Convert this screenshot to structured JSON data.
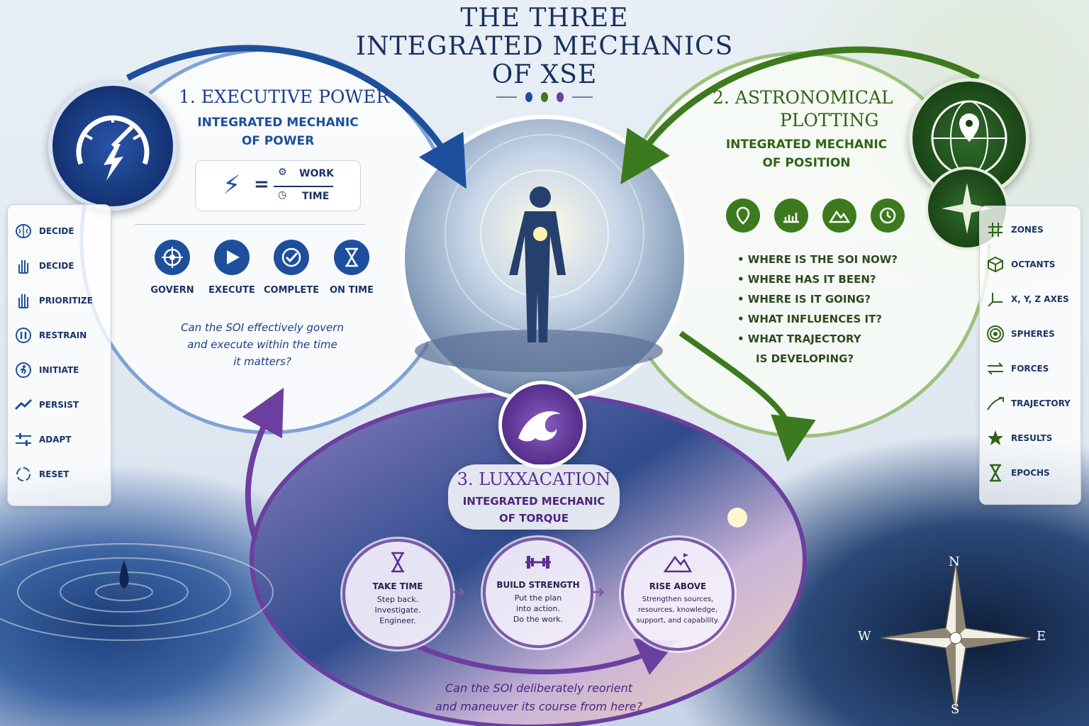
{
  "header": {
    "line1": "THE THREE",
    "line2": "INTEGRATED MECHANICS",
    "line3": "OF XSE"
  },
  "colors": {
    "blue": "#1d4f9c",
    "green": "#3d7a1f",
    "purple": "#6b3fa0"
  },
  "power": {
    "title": "1. EXECUTIVE POWER",
    "subtitle_1": "INTEGRATED MECHANIC",
    "subtitle_2": "OF POWER",
    "formula_top": "WORK",
    "formula_bottom": "TIME",
    "formula_eq": "=",
    "steps": [
      "GOVERN",
      "EXECUTE",
      "COMPLETE",
      "ON TIME"
    ],
    "question_1": "Can the SOI effectively govern",
    "question_2": "and execute within the time",
    "question_3": "it matters?",
    "sidebar": [
      "DECIDE",
      "DECIDE",
      "PRIORITIZE",
      "RESTRAIN",
      "INITIATE",
      "PERSIST",
      "ADAPT",
      "RESET"
    ]
  },
  "plotting": {
    "title_1": "2. ASTRONOMICAL",
    "title_2": "PLOTTING",
    "subtitle_1": "INTEGRATED MECHANIC",
    "subtitle_2": "OF POSITION",
    "questions": [
      "• WHERE IS THE SOI NOW?",
      "• WHERE HAS IT BEEN?",
      "• WHERE IS IT GOING?",
      "• WHAT INFLUENCES IT?",
      "• WHAT TRAJECTORY",
      "IS DEVELOPING?"
    ],
    "sidebar": [
      "ZONES",
      "OCTANTS",
      "X, Y, Z AXES",
      "SPHERES",
      "FORCES",
      "TRAJECTORY",
      "RESULTS",
      "EPOCHS"
    ]
  },
  "luxxacation": {
    "title": "3. LUXXACATION",
    "subtitle_1": "INTEGRATED MECHANIC",
    "subtitle_2": "OF TORQUE",
    "steps": [
      {
        "head": "TAKE TIME",
        "lines": [
          "Step back.",
          "Investigate.",
          "Engineer."
        ]
      },
      {
        "head": "BUILD STRENGTH",
        "lines": [
          "Put the plan",
          "into action.",
          "Do the work."
        ]
      },
      {
        "head": "RISE ABOVE",
        "lines": [
          "Strengthen sources,",
          "resources, knowledge,",
          "support, and capability."
        ]
      }
    ],
    "question_1": "Can the SOI deliberately reorient",
    "question_2": "and maneuver its course from here?"
  },
  "compass": {
    "n": "N",
    "s": "S",
    "e": "E",
    "w": "W"
  }
}
